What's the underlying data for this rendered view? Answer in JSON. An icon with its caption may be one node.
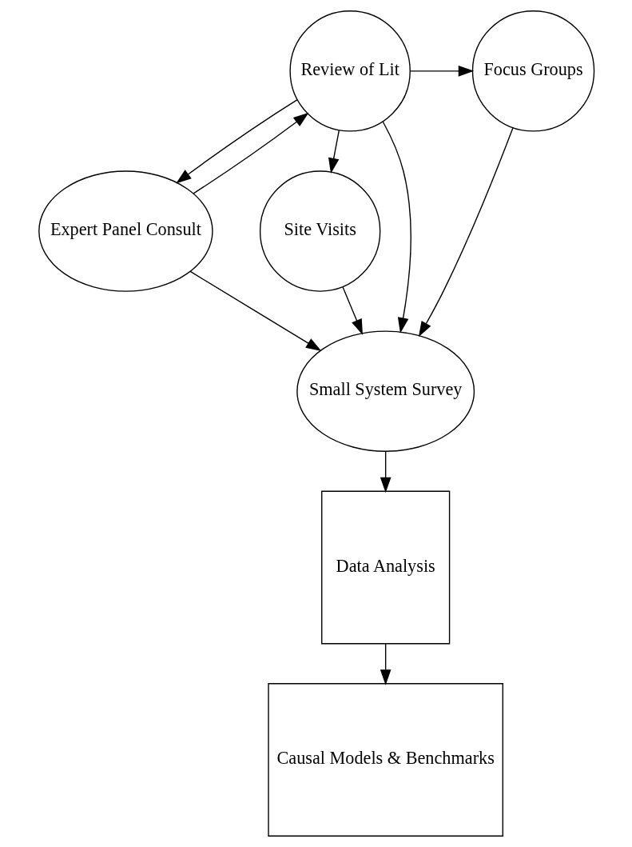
{
  "diagram": {
    "nodes": [
      {
        "text": [
          "Review of Lit"
        ]
      },
      {
        "text": [
          "Focus Groups"
        ]
      },
      {
        "text": [
          "Expert Panel Consult"
        ]
      },
      {
        "text": [
          "Site Visits"
        ]
      },
      {
        "text": [
          "Small System Survey"
        ]
      },
      {
        "text": [
          "Data Analysis"
        ]
      },
      {
        "text": [
          "Causal Models & Benchmarks"
        ]
      }
    ],
    "edges": [
      {
        "from": 0,
        "to": 1,
        "arrow": "to"
      },
      {
        "from": 2,
        "to": 0,
        "arrow": "to"
      },
      {
        "from": 0,
        "to": 2,
        "arrow": "to"
      },
      {
        "from": 0,
        "to": 4,
        "arrow": "to"
      },
      {
        "from": 0,
        "to": 3,
        "arrow": "to"
      },
      {
        "from": 1,
        "to": 4,
        "arrow": "to"
      },
      {
        "from": 2,
        "to": 4,
        "arrow": "to"
      },
      {
        "from": 3,
        "to": 4,
        "arrow": "to"
      },
      {
        "from": 4,
        "to": 5,
        "arrow": "to"
      },
      {
        "from": 5,
        "to": 6,
        "arrow": "to"
      }
    ]
  }
}
